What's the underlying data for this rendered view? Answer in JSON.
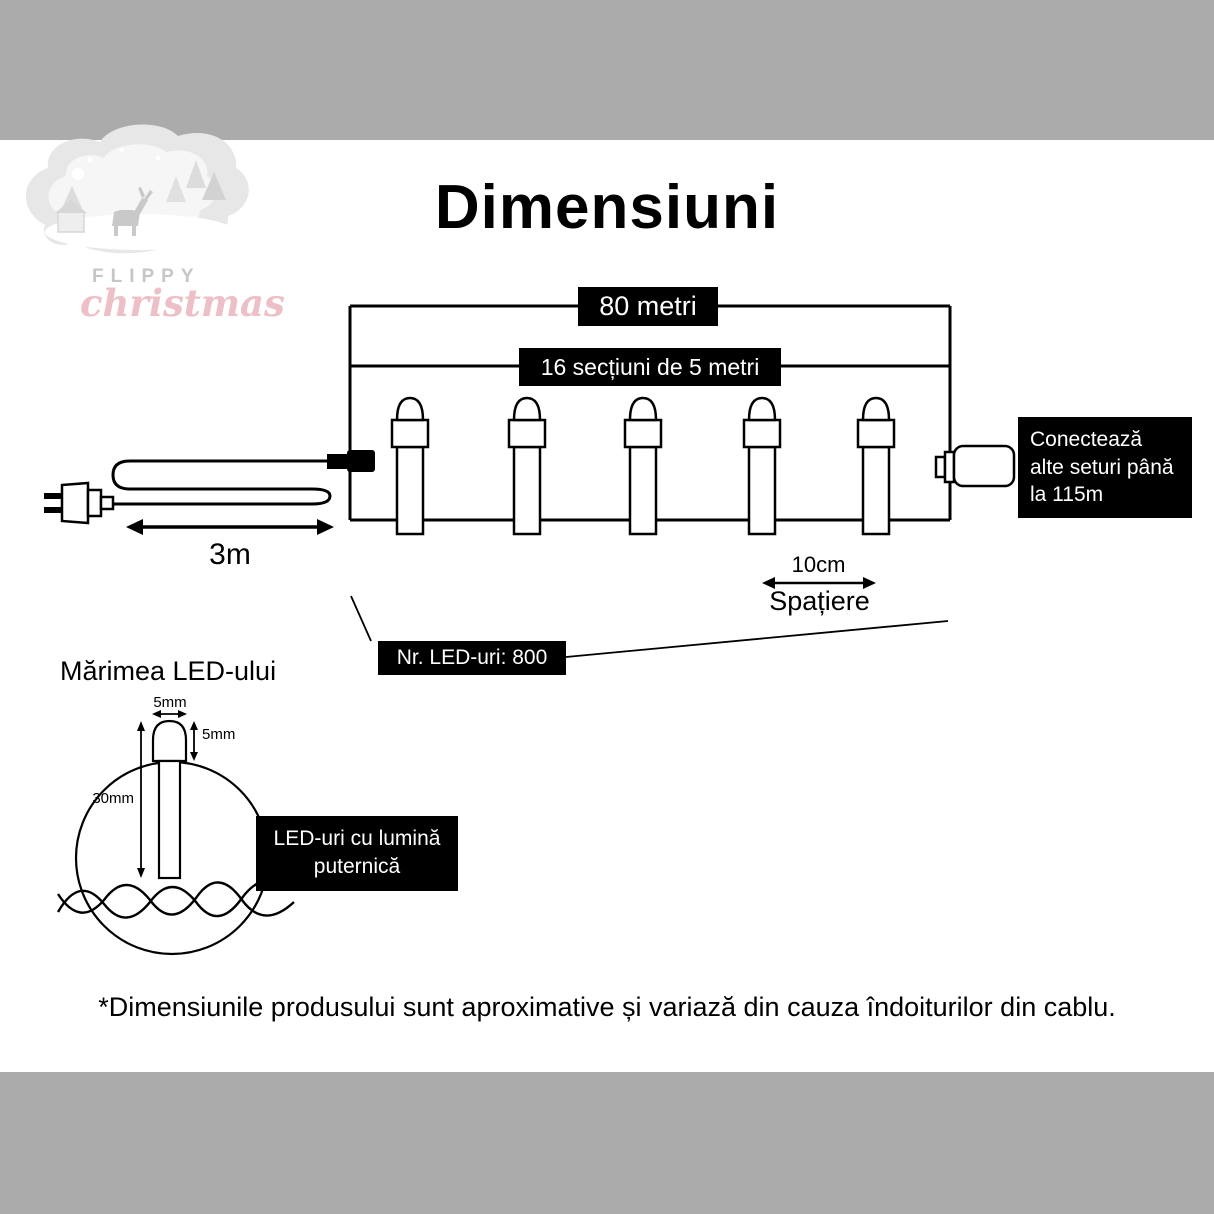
{
  "title": "Dimensiuni",
  "logo": {
    "flippy": "FLIPPY",
    "christmas": "christmas"
  },
  "diagram": {
    "total_length": "80 metri",
    "sections": "16 secțiuni de 5 metri",
    "lead_length": "3m",
    "spacing_value": "10cm",
    "spacing_word": "Spațiere",
    "led_count": "Nr. LED-uri: 800",
    "connect_note": "Conectează alte seturi până la 115m"
  },
  "led_detail": {
    "heading": "Mărimea LED-ului",
    "cap_width": "5mm",
    "cap_height": "5mm",
    "body_length": "30mm",
    "callout": "LED-uri cu lumină puternică"
  },
  "footnote": "*Dimensiunile produsului sunt aproximative și variază din cauza îndoiturilor din cablu.",
  "colors": {
    "background": "#ababab",
    "card": "#ffffff",
    "box_bg": "#000000",
    "box_text": "#ffffff",
    "line": "#000000",
    "logo_gray": "#e7e7e7",
    "logo_text_gray": "#c6c6c6",
    "logo_pink": "#ecc0c6"
  }
}
